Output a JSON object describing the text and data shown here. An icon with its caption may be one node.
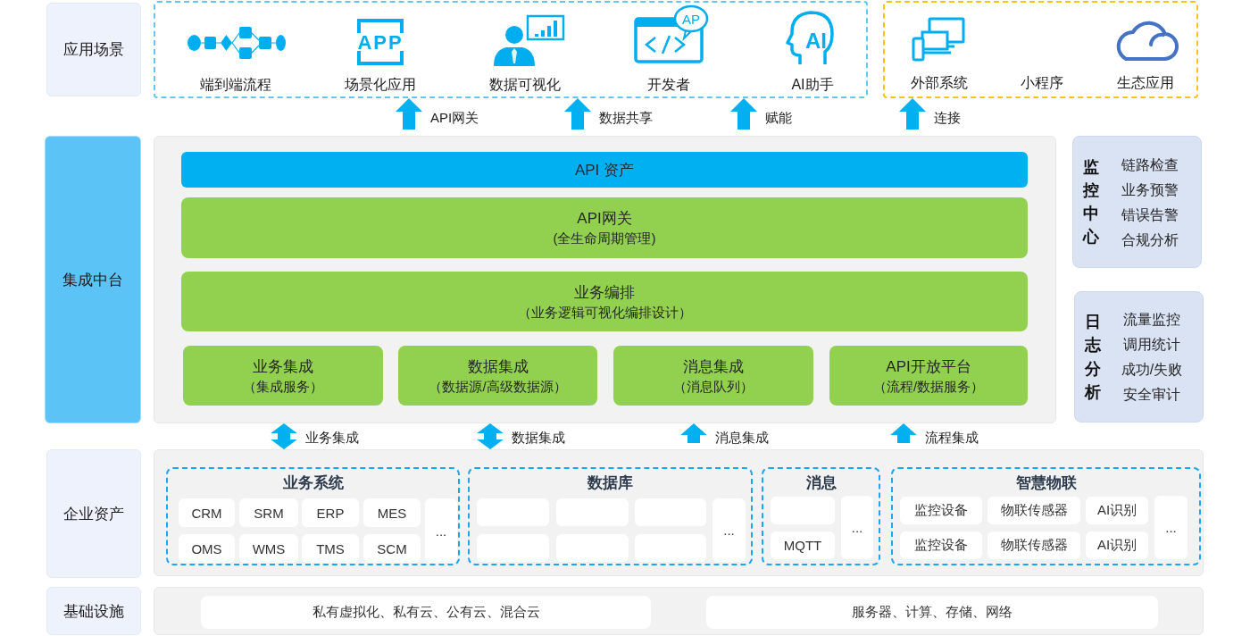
{
  "diagram": {
    "nodes": [
      {
        "text": [
          "应用场景"
        ]
      },
      {
        "text": [],
        "shape": "box"
      },
      {
        "text": [
          "端到端流程"
        ],
        "in": 1
      },
      {
        "text": [
          "场景化应用"
        ],
        "in": 1
      },
      {
        "text": [
          "数据可视化"
        ],
        "in": 1
      },
      {
        "text": [
          "开发者"
        ],
        "in": 1
      },
      {
        "text": [
          "AI助手"
        ],
        "in": 1
      },
      {
        "text": [],
        "shape": "box"
      },
      {
        "text": [
          "外部系统"
        ],
        "in": 7
      },
      {
        "text": [
          "小程序"
        ],
        "in": 7
      },
      {
        "text": [
          "生态应用"
        ],
        "in": 7
      },
      {
        "text": [
          "集成中台"
        ]
      },
      {
        "text": [],
        "shape": "box"
      },
      {
        "text": [
          "API 资产"
        ],
        "in": 12
      },
      {
        "text": [
          "API网关",
          "(全生命周期管理)"
        ],
        "in": 12
      },
      {
        "text": [
          "业务编排",
          "（业务逻辑可视化编排设计）"
        ],
        "in": 12
      },
      {
        "text": [
          "业务集成",
          "（集成服务）"
        ],
        "in": 12
      },
      {
        "text": [
          "数据集成",
          "（数据源/高级数据源）"
        ],
        "in": 12
      },
      {
        "text": [
          "消息集成",
          "（消息队列）"
        ],
        "in": 12
      },
      {
        "text": [
          "API开放平台",
          "（流程/数据服务）"
        ],
        "in": 12
      },
      {
        "text": [
          "监控中心",
          "链路检查",
          "业务预警",
          "错误告警",
          "合规分析"
        ]
      },
      {
        "text": [
          "日志分析",
          "流量监控",
          "调用统计",
          "成功/失败",
          "安全审计"
        ]
      },
      {
        "text": [
          "企业资产"
        ]
      },
      {
        "text": [],
        "shape": "box"
      },
      {
        "text": [
          "业务系统"
        ],
        "in": 23
      },
      {
        "text": [
          "CRM"
        ],
        "in": 24
      },
      {
        "text": [
          "SRM"
        ],
        "in": 24
      },
      {
        "text": [
          "ERP"
        ],
        "in": 24
      },
      {
        "text": [
          "MES"
        ],
        "in": 24
      },
      {
        "text": [
          "OMS"
        ],
        "in": 24
      },
      {
        "text": [
          "WMS"
        ],
        "in": 24
      },
      {
        "text": [
          "TMS"
        ],
        "in": 24
      },
      {
        "text": [
          "SCM"
        ],
        "in": 24
      },
      {
        "text": [
          "..."
        ],
        "in": 24
      },
      {
        "text": [
          "数据库"
        ],
        "in": 23
      },
      {
        "text": [],
        "shape": "box",
        "in": 34
      },
      {
        "text": [],
        "shape": "box",
        "in": 34
      },
      {
        "text": [],
        "shape": "box",
        "in": 34
      },
      {
        "text": [],
        "shape": "box",
        "in": 34
      },
      {
        "text": [],
        "shape": "box",
        "in": 34
      },
      {
        "text": [],
        "shape": "box",
        "in": 34
      },
      {
        "text": [
          "..."
        ],
        "in": 34
      },
      {
        "text": [
          "消息"
        ],
        "in": 23
      },
      {
        "text": [],
        "shape": "box",
        "in": 42
      },
      {
        "text": [
          "MQTT"
        ],
        "in": 42
      },
      {
        "text": [
          "..."
        ],
        "in": 42
      },
      {
        "text": [
          "智慧物联"
        ],
        "in": 23
      },
      {
        "text": [
          "监控设备"
        ],
        "in": 46
      },
      {
        "text": [
          "物联传感器"
        ],
        "in": 46
      },
      {
        "text": [
          "AI识别"
        ],
        "in": 46
      },
      {
        "text": [
          "监控设备"
        ],
        "in": 46
      },
      {
        "text": [
          "物联传感器"
        ],
        "in": 46
      },
      {
        "text": [
          "AI识别"
        ],
        "in": 46
      },
      {
        "text": [
          "..."
        ],
        "in": 46
      },
      {
        "text": [
          "基础设施"
        ]
      },
      {
        "text": [],
        "shape": "box"
      },
      {
        "text": [
          "私有虚拟化、私有云、公有云、混合云"
        ],
        "in": 55
      },
      {
        "text": [
          "服务器、计算、存储、网络"
        ],
        "in": 55
      }
    ],
    "edges": [
      {
        "from": 12,
        "to": 1,
        "arrow": "to",
        "label": "API网关"
      },
      {
        "from": 12,
        "to": 1,
        "arrow": "to",
        "label": "数据共享"
      },
      {
        "from": 12,
        "to": 1,
        "arrow": "to",
        "label": "赋能"
      },
      {
        "from": 12,
        "to": 7,
        "arrow": "to",
        "label": "连接"
      },
      {
        "from": 23,
        "to": 12,
        "arrow": "both",
        "label": "业务集成"
      },
      {
        "from": 23,
        "to": 12,
        "arrow": "both",
        "label": "数据集成"
      },
      {
        "from": 23,
        "to": 12,
        "arrow": "to",
        "label": "消息集成"
      },
      {
        "from": 23,
        "to": 12,
        "arrow": "to",
        "label": "流程集成"
      }
    ],
    "labels": [
      "APP",
      "AP",
      "AI"
    ]
  }
}
